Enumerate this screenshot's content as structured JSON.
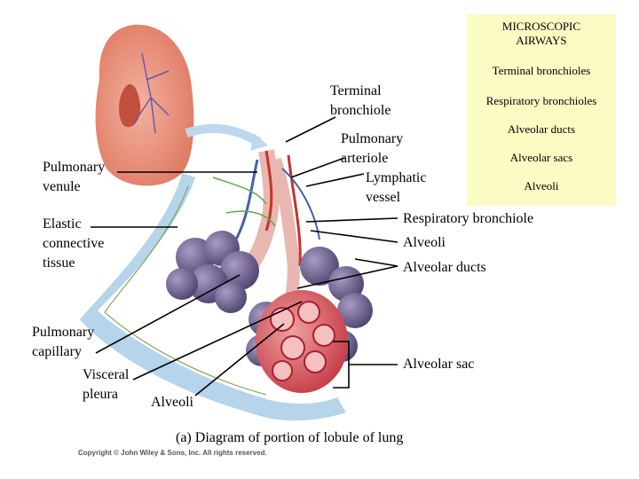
{
  "panel": {
    "title": "MICROSCOPIC\nAIRWAYS",
    "items": [
      "Terminal bronchioles",
      "Respiratory bronchioles",
      "Alveolar ducts",
      "Alveolar sacs",
      "Alveoli"
    ]
  },
  "labels": {
    "terminal_bronchiole": "Terminal\nbronchiole",
    "pulmonary_arteriole": "Pulmonary\narteriole",
    "lymphatic_vessel": "Lymphatic\nvessel",
    "pulmonary_venule": "Pulmonary\nvenule",
    "elastic_tissue": "Elastic\nconnective\ntissue",
    "respiratory_bronchiole": "Respiratory bronchiole",
    "alveoli_right": "Alveoli",
    "alveolar_ducts": "Alveolar ducts",
    "pulmonary_capillary": "Pulmonary\ncapillary",
    "visceral_pleura": "Visceral\npleura",
    "alveoli_bottom": "Alveoli",
    "alveolar_sac": "Alveolar sac"
  },
  "caption": "(a) Diagram of portion of lobule of lung",
  "copyright": "Copyright © John Wiley & Sons, Inc. All rights reserved.",
  "colors": {
    "panel_bg": "#fdfbc4",
    "lung": "#e98a74",
    "alveolar_cluster": "#7a6a96",
    "artery": "#c8312b",
    "vein": "#4462a8",
    "bronchiole": "#e8b7b0",
    "pleura": "#a9cde6",
    "sac_interior": "#d8525a"
  }
}
